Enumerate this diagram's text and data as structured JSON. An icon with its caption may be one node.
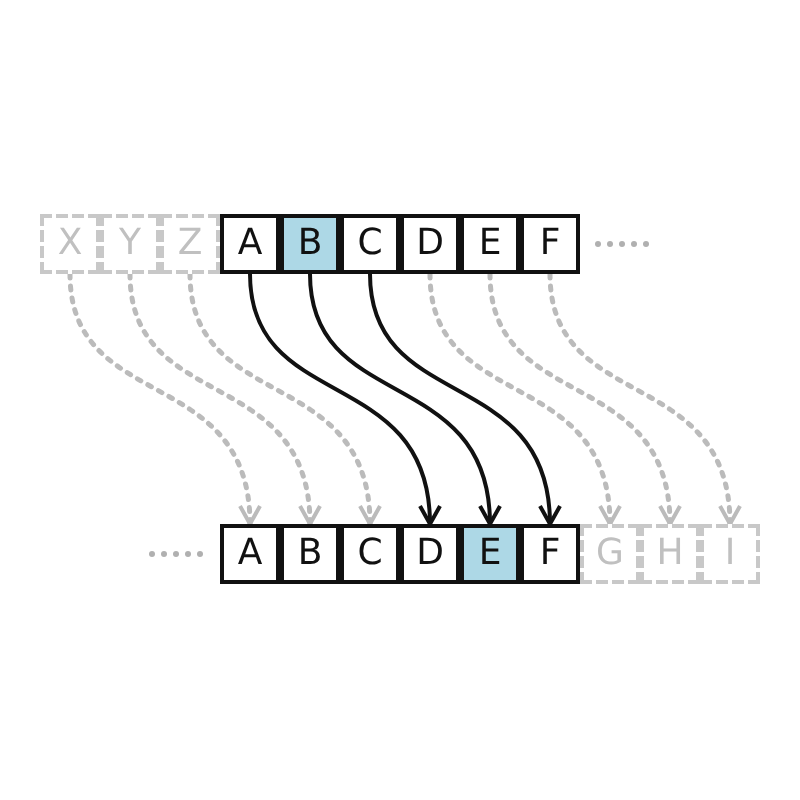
{
  "diagram": {
    "nodes": [
      {
        "text": [
          "X"
        ]
      },
      {
        "text": [
          "Y"
        ]
      },
      {
        "text": [
          "Z"
        ]
      },
      {
        "text": [
          "A"
        ]
      },
      {
        "text": [
          "B"
        ]
      },
      {
        "text": [
          "C"
        ]
      },
      {
        "text": [
          "D"
        ]
      },
      {
        "text": [
          "E"
        ]
      },
      {
        "text": [
          "F"
        ]
      },
      {
        "text": [
          "A"
        ]
      },
      {
        "text": [
          "B"
        ]
      },
      {
        "text": [
          "C"
        ]
      },
      {
        "text": [
          "D"
        ]
      },
      {
        "text": [
          "E"
        ]
      },
      {
        "text": [
          "F"
        ]
      },
      {
        "text": [
          "G"
        ]
      },
      {
        "text": [
          "H"
        ]
      },
      {
        "text": [
          "I"
        ]
      }
    ],
    "edges": [
      {
        "from": 0,
        "to": 9,
        "arrow": "to",
        "style": "dashed",
        "color": "#bbbbbb"
      },
      {
        "from": 1,
        "to": 10,
        "arrow": "to",
        "style": "dashed",
        "color": "#bbbbbb"
      },
      {
        "from": 2,
        "to": 11,
        "arrow": "to",
        "style": "dashed",
        "color": "#bbbbbb"
      },
      {
        "from": 3,
        "to": 12,
        "arrow": "to",
        "color": "#111111"
      },
      {
        "from": 4,
        "to": 13,
        "arrow": "to",
        "color": "#111111"
      },
      {
        "from": 5,
        "to": 14,
        "arrow": "to",
        "color": "#111111"
      },
      {
        "from": 6,
        "to": 15,
        "arrow": "to",
        "style": "dashed",
        "color": "#bbbbbb"
      },
      {
        "from": 7,
        "to": 16,
        "arrow": "to",
        "style": "dashed",
        "color": "#bbbbbb"
      },
      {
        "from": 8,
        "to": 17,
        "arrow": "to",
        "style": "dashed",
        "color": "#bbbbbb"
      }
    ]
  }
}
